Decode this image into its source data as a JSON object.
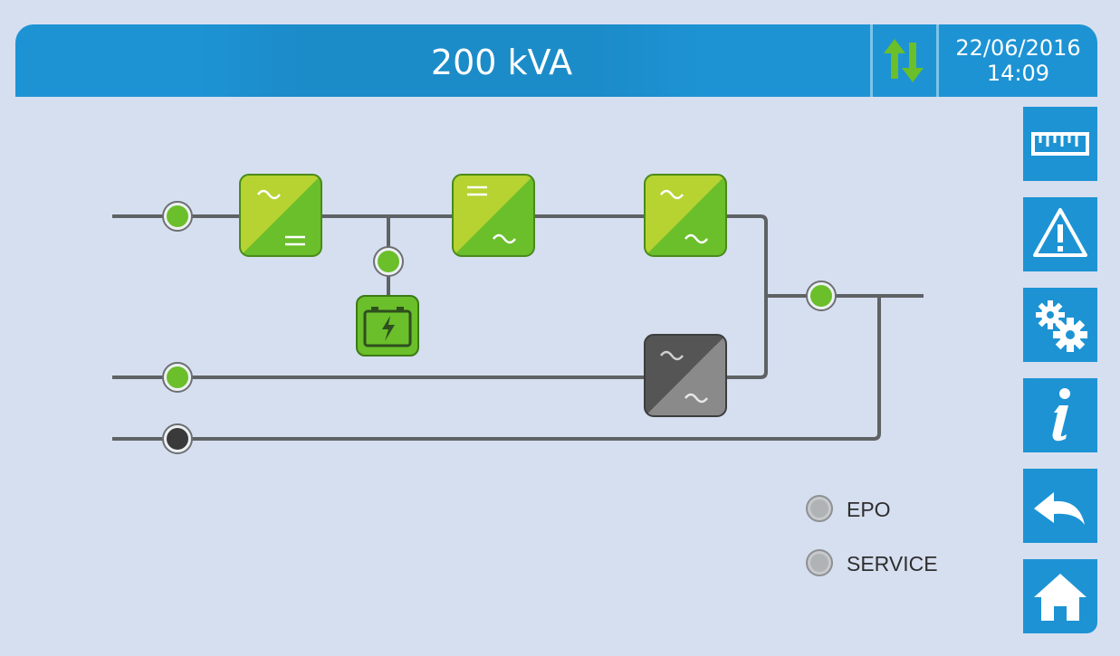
{
  "header": {
    "title": "200 kVA",
    "date": "22/06/2016",
    "time": "14:09",
    "flow_icon": "power-flow-arrows-icon"
  },
  "sidebar": {
    "items": [
      {
        "name": "measurements",
        "icon": "ruler-icon"
      },
      {
        "name": "alarms",
        "icon": "warning-icon"
      },
      {
        "name": "settings",
        "icon": "gears-icon"
      },
      {
        "name": "info",
        "icon": "info-icon"
      },
      {
        "name": "back",
        "icon": "back-arrow-icon"
      },
      {
        "name": "home",
        "icon": "home-icon"
      }
    ]
  },
  "indicators": {
    "epo_label": "EPO",
    "service_label": "SERVICE"
  },
  "colors": {
    "header_blue": "#1d93d4",
    "background": "#d6dff0",
    "active_green": "#6abf2a",
    "inactive_dark": "#3a3a3a",
    "bypass_grey": "#6e6e6e"
  },
  "diagram": {
    "rectifier": {
      "state": "active",
      "icon": "ac-dc-converter-icon"
    },
    "booster": {
      "state": "active",
      "icon": "dc-ac-converter-icon"
    },
    "inverter": {
      "state": "active",
      "icon": "ac-ac-converter-icon"
    },
    "static_bypass": {
      "state": "inactive",
      "icon": "ac-ac-converter-icon"
    },
    "battery": {
      "state": "active",
      "icon": "battery-icon"
    },
    "input_breaker": "closed",
    "bypass_breaker": "closed",
    "maintenance_breaker": "open",
    "battery_breaker": "closed",
    "output_breaker": "closed"
  }
}
